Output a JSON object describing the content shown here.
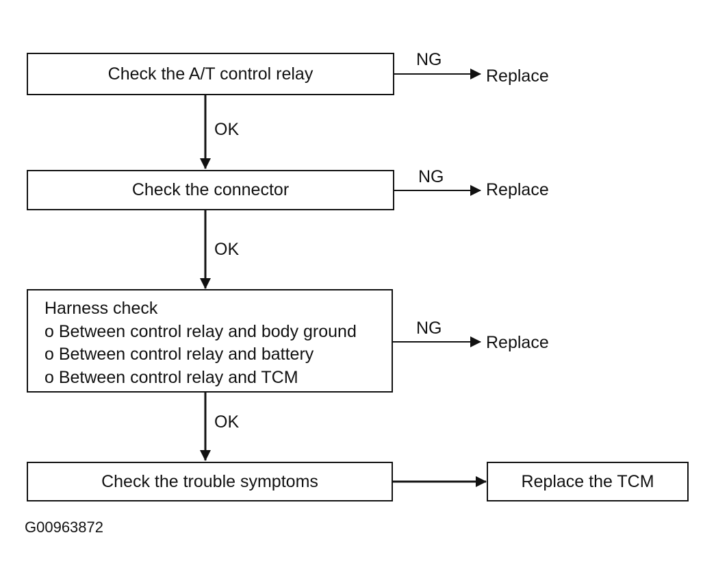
{
  "flowchart": {
    "step1": {
      "text": "Check the A/T control relay",
      "no_good_label": "NG",
      "no_good_result": "Replace",
      "ok_label": "OK"
    },
    "step2": {
      "text": "Check the connector",
      "no_good_label": "NG",
      "no_good_result": "Replace",
      "ok_label": "OK"
    },
    "step3": {
      "title": "Harness check",
      "items": [
        "o Between control relay and body ground",
        "o Between control relay and battery",
        "o Between control relay and TCM"
      ],
      "no_good_label": "NG",
      "no_good_result": "Replace",
      "ok_label": "OK"
    },
    "step4": {
      "text": "Check the trouble symptoms",
      "result": "Replace the TCM"
    }
  },
  "figure_id": "G00963872"
}
